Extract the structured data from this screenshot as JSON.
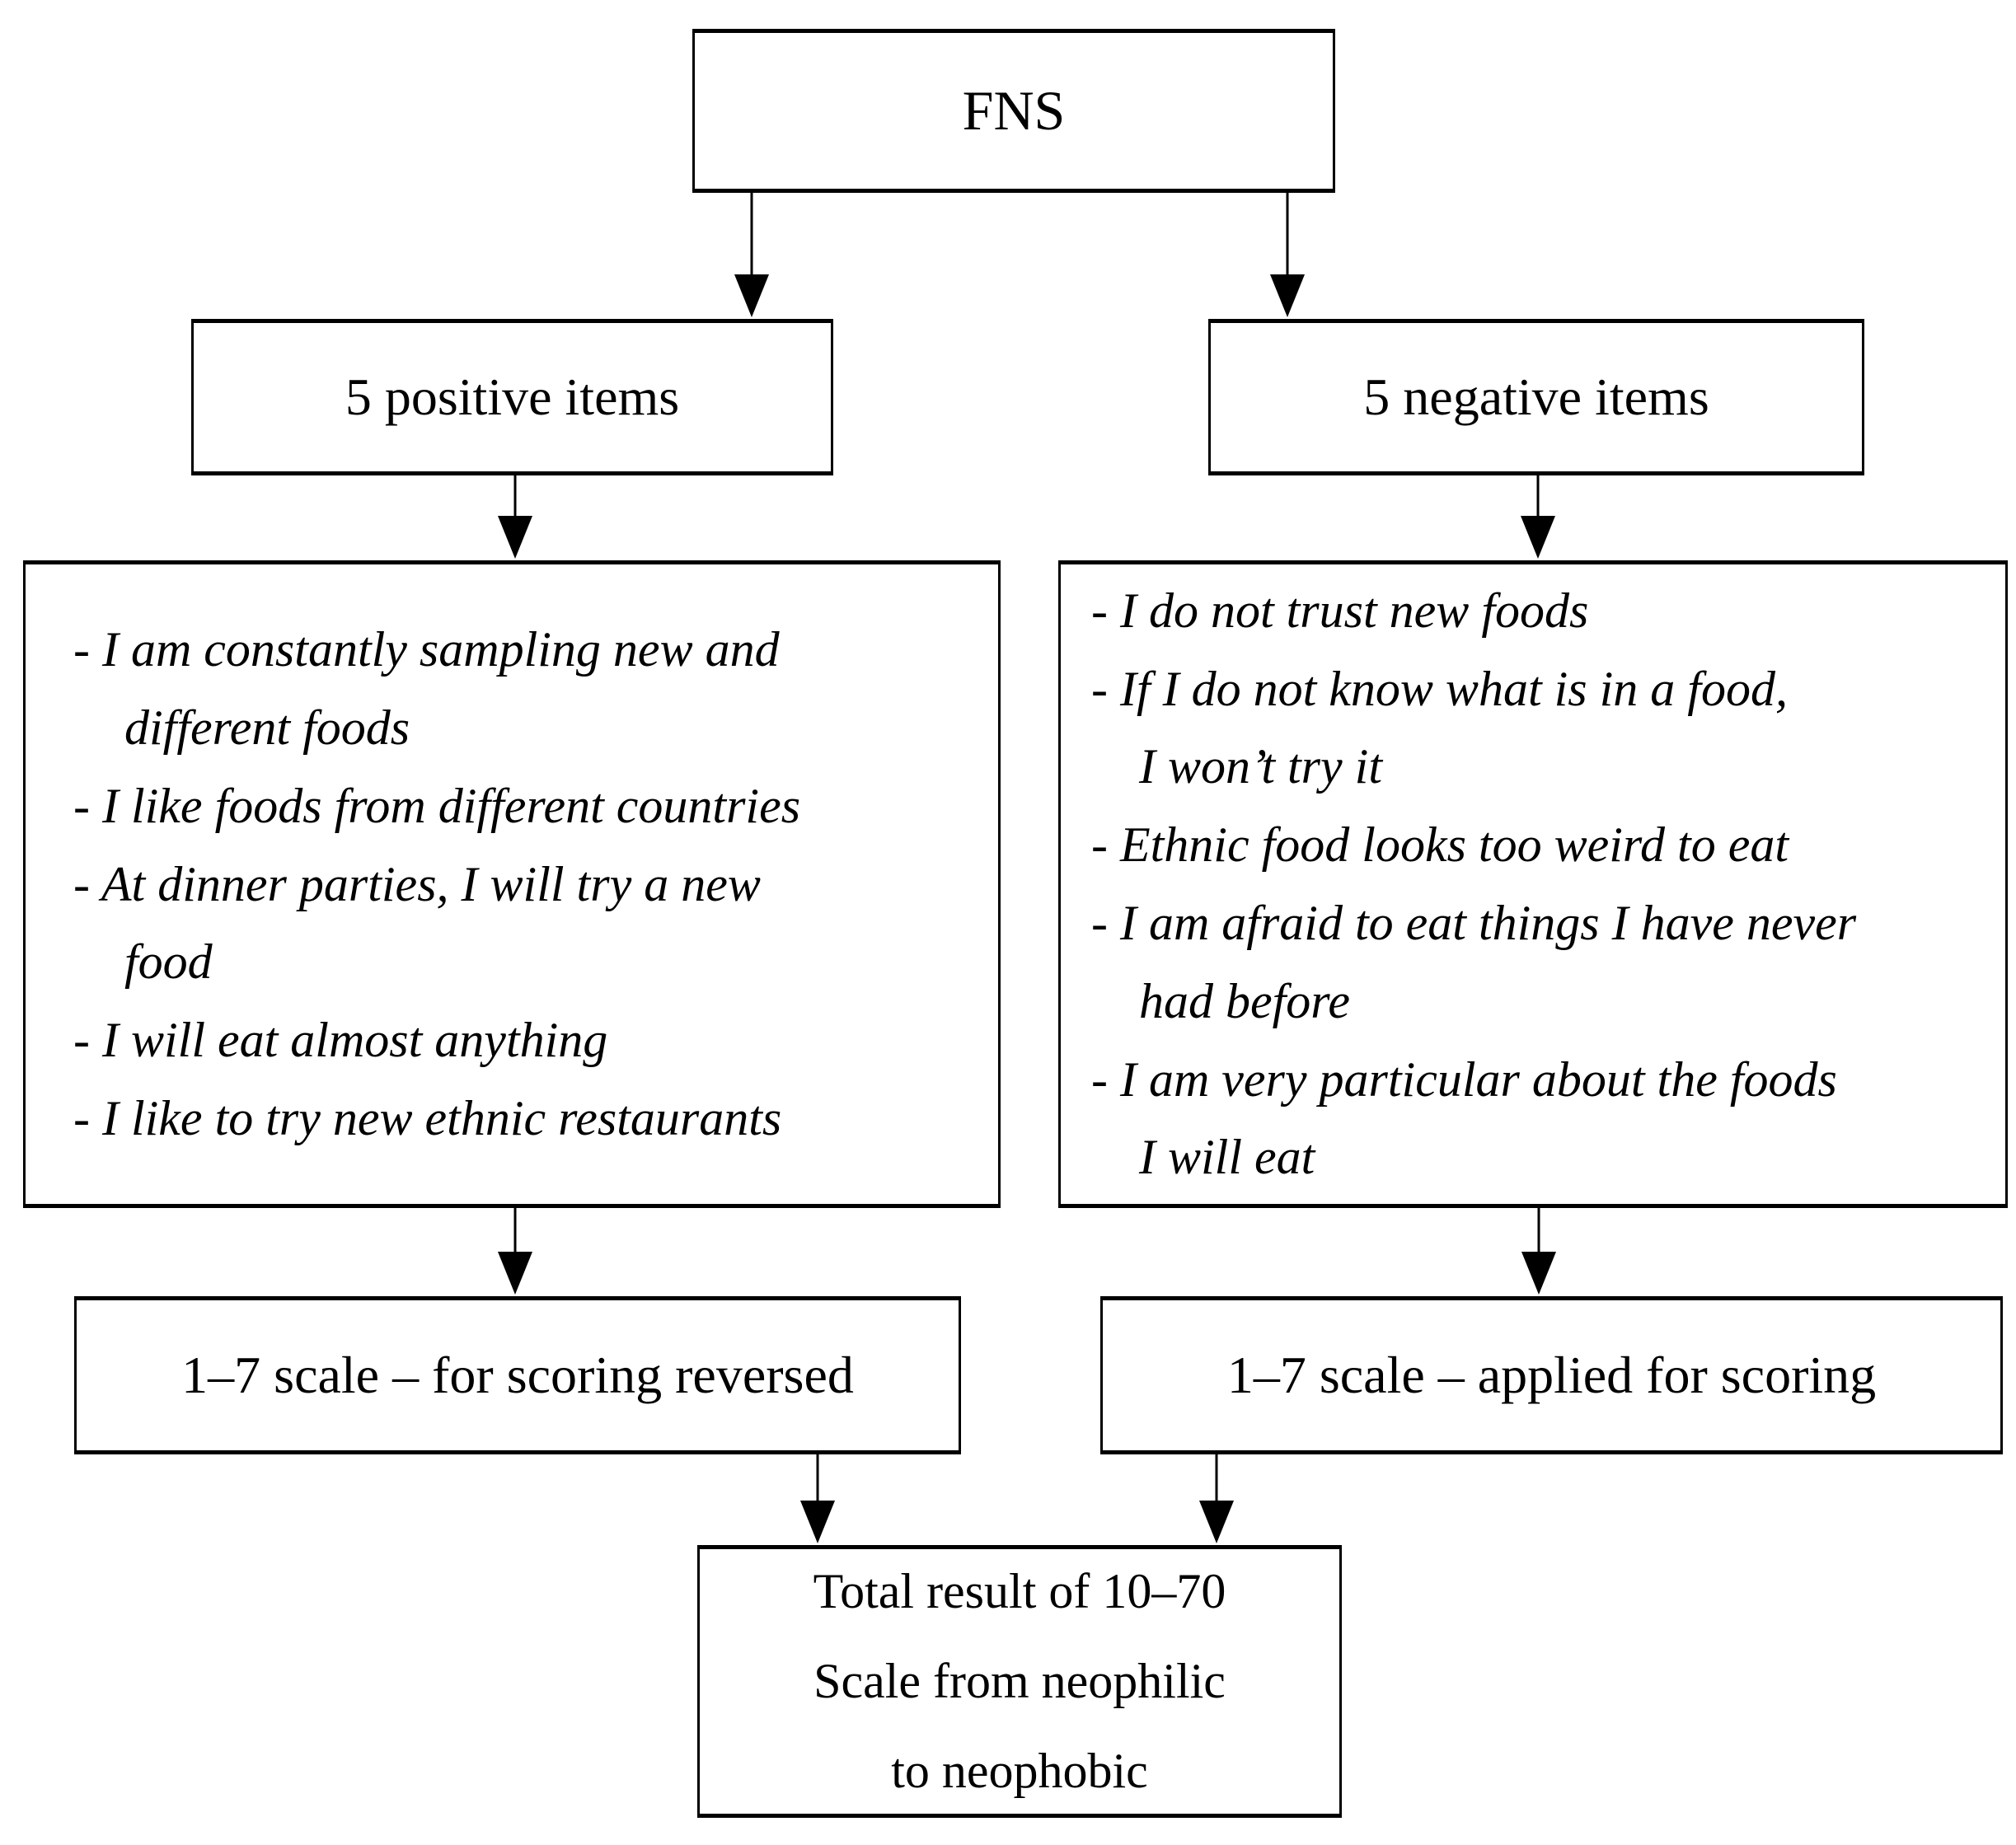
{
  "diagram": {
    "title_acronym": "FNS",
    "root": {
      "label": "FNS"
    },
    "positive": {
      "header": "5 positive items",
      "items": [
        "- I am constantly sampling new and\ndifferent foods",
        "- I like foods from different countries",
        "- At dinner parties, I will try a new\nfood",
        "- I will eat almost anything",
        "- I like to try new ethnic restaurants"
      ],
      "scale": "1–7 scale – for scoring reversed"
    },
    "negative": {
      "header": "5 negative items",
      "items": [
        "- I do not trust new foods",
        "- If I do not know what is in a food,\nI won’t try it",
        "- Ethnic food looks too weird to eat",
        "- I am afraid to eat things I have never\nhad before",
        "- I am very particular about the foods\nI will eat"
      ],
      "scale": "1–7 scale – applied for scoring"
    },
    "total": "Total result of 10–70\nScale from neophilic\nto neophobic",
    "connections": [
      {
        "from": "FNS",
        "to": "5 positive items"
      },
      {
        "from": "FNS",
        "to": "5 negative items"
      },
      {
        "from": "5 positive items",
        "to": "positive item list"
      },
      {
        "from": "5 negative items",
        "to": "negative item list"
      },
      {
        "from": "positive item list",
        "to": "1–7 scale – for scoring reversed"
      },
      {
        "from": "negative item list",
        "to": "1–7 scale – applied for scoring"
      },
      {
        "from": "1–7 scale – for scoring reversed",
        "to": "Total result of 10–70"
      },
      {
        "from": "1–7 scale – applied for scoring",
        "to": "Total result of 10–70"
      }
    ],
    "colors": {
      "line": "#000000",
      "text": "#000000",
      "background": "#ffffff"
    }
  }
}
